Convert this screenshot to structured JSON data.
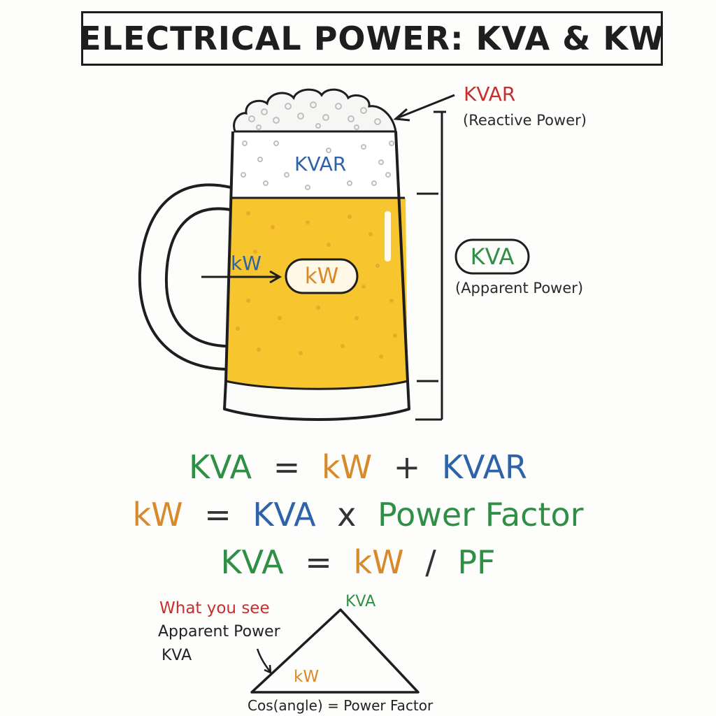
{
  "title": "ELECTRICAL POWER: KVA & KW",
  "mug": {
    "kvar_top_label": "KVAR",
    "reactive_label": "(Reactive Power)",
    "foam_label": "KVAR",
    "kw_left_label": "kW",
    "kw_center_label": "kW",
    "kva_label": "KVA",
    "apparent_label": "(Apparent Power)"
  },
  "equations": {
    "eq1": {
      "a": "KVA",
      "op1": "=",
      "b": "kW",
      "op2": "+",
      "c": "KVAR"
    },
    "eq2": {
      "a": "kW",
      "op1": "=",
      "b": "KVA",
      "op2": "x",
      "c": "Power Factor"
    },
    "eq3": {
      "a": "KVA",
      "op1": "=",
      "b": "kW",
      "op2": "/",
      "c": "PF"
    }
  },
  "triangle": {
    "what_you_see": "What you see",
    "apparent_power": "Apparent Power",
    "kva_side": "KVA",
    "kva_top": "KVA",
    "kw_base": "kW",
    "cos_label": "Cos(angle) = Power Factor"
  },
  "colors": {
    "beer": "#f7c52e",
    "red": "#c6302c",
    "blue": "#2e63a8",
    "green": "#2e8f45",
    "orange": "#d88a2b"
  }
}
